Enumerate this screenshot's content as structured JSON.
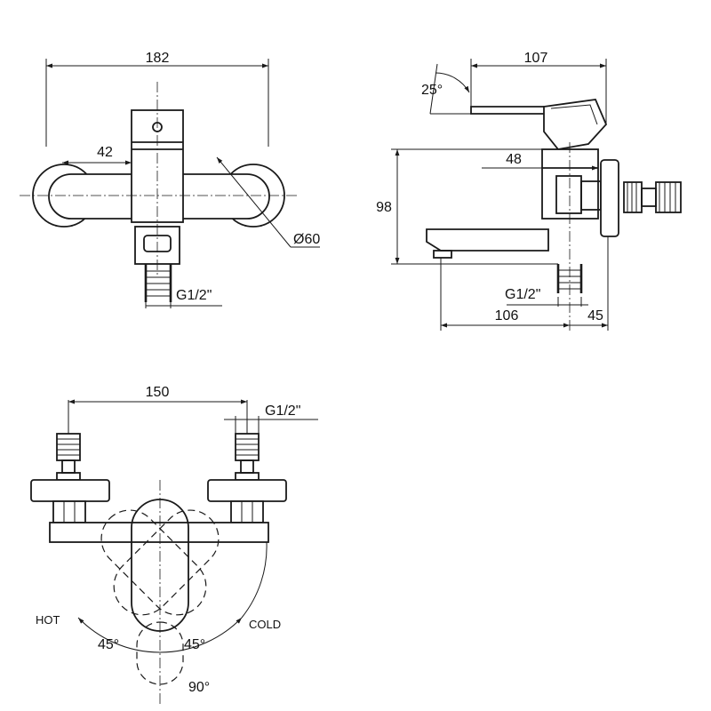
{
  "front_view": {
    "width_label": "182",
    "offset_label": "42",
    "diameter_label": "Ø60",
    "thread_label": "G1/2\""
  },
  "side_view": {
    "angle_label": "25°",
    "top_length_label": "107",
    "mid_length_label": "48",
    "height_label": "98",
    "thread_label": "G1/2\"",
    "spout_label": "106",
    "depth_label": "45"
  },
  "top_view": {
    "spacing_label": "150",
    "thread_label": "G1/2\"",
    "hot_label": "HOT",
    "cold_label": "COLD",
    "left_angle_label": "45°",
    "right_angle_label": "45°",
    "total_angle_label": "90°"
  }
}
